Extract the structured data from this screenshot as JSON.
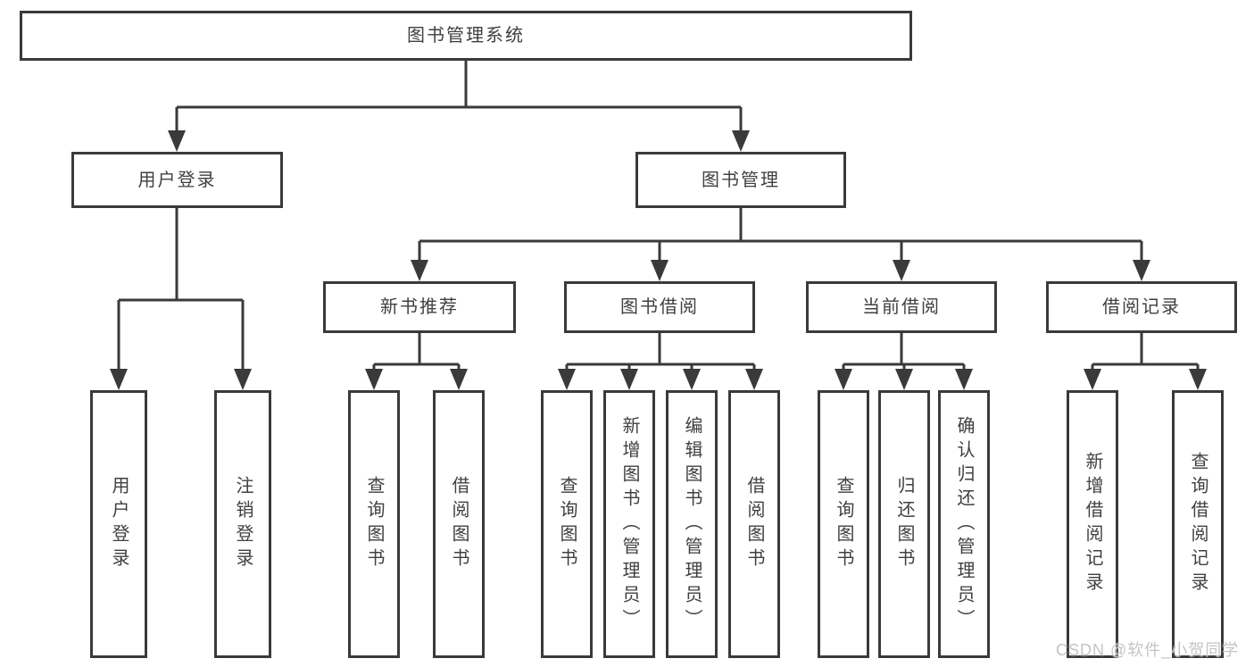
{
  "diagram": {
    "root": "图书管理系统",
    "level2": {
      "user_login": "用户登录",
      "book_mgmt": "图书管理"
    },
    "level3": {
      "new_books": "新书推荐",
      "book_borrow": "图书借阅",
      "current_borrow": "当前借阅",
      "borrow_records": "借阅记录"
    },
    "leaves": {
      "user_login": [
        "用户登录",
        "注销登录"
      ],
      "new_books": [
        "查询图书",
        "借阅图书"
      ],
      "book_borrow": [
        "查询图书",
        "新增图书（管理员）",
        "编辑图书（管理员）",
        "借阅图书"
      ],
      "current_borrow": [
        "查询图书",
        "归还图书",
        "确认归还（管理员）"
      ],
      "borrow_records": [
        "新增借阅记录",
        "查询借阅记录"
      ]
    },
    "watermark": "CSDN @软件_小贺同学",
    "colors": {
      "line": "#3a3a3a",
      "text": "#404040",
      "watermark": "#c4c4c4",
      "background": "#ffffff"
    }
  }
}
